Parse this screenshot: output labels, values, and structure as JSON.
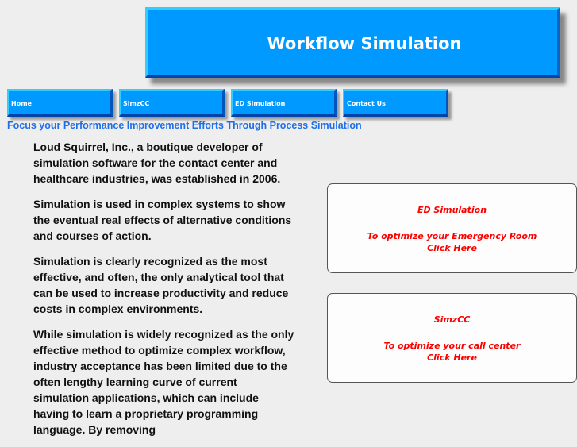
{
  "header": {
    "title": "Workflow Simulation"
  },
  "nav": [
    {
      "label": "Home"
    },
    {
      "label": "SimzCC"
    },
    {
      "label": "ED Simulation"
    },
    {
      "label": "Contact Us"
    }
  ],
  "tagline": "Focus your Performance Improvement Efforts Through Process Simulation",
  "paragraphs": [
    "Loud Squirrel, Inc., a boutique developer of simulation software for the contact center and healthcare industries, was established in 2006.",
    "Simulation is used in complex systems to show the eventual real effects of alternative conditions and courses of action.",
    "Simulation is clearly recognized as the most effective, and often, the only analytical tool that can be used to increase productivity and reduce costs in complex environments.",
    "While simulation is widely recognized as the only effective method to optimize complex workflow, industry acceptance has been limited due to the often lengthy learning curve of current simulation applications, which can include having to learn a proprietary programming language. By removing"
  ],
  "cards": [
    {
      "title": "ED Simulation",
      "line1": "To optimize your Emergency Room",
      "line2": "Click Here"
    },
    {
      "title": "SimzCC",
      "line1": "To optimize your call center",
      "line2": "Click Here"
    }
  ],
  "colors": {
    "banner": "#0099ff",
    "tagline": "#1f6fe8",
    "card_text": "#ff0000",
    "background": "#eeeeee"
  }
}
